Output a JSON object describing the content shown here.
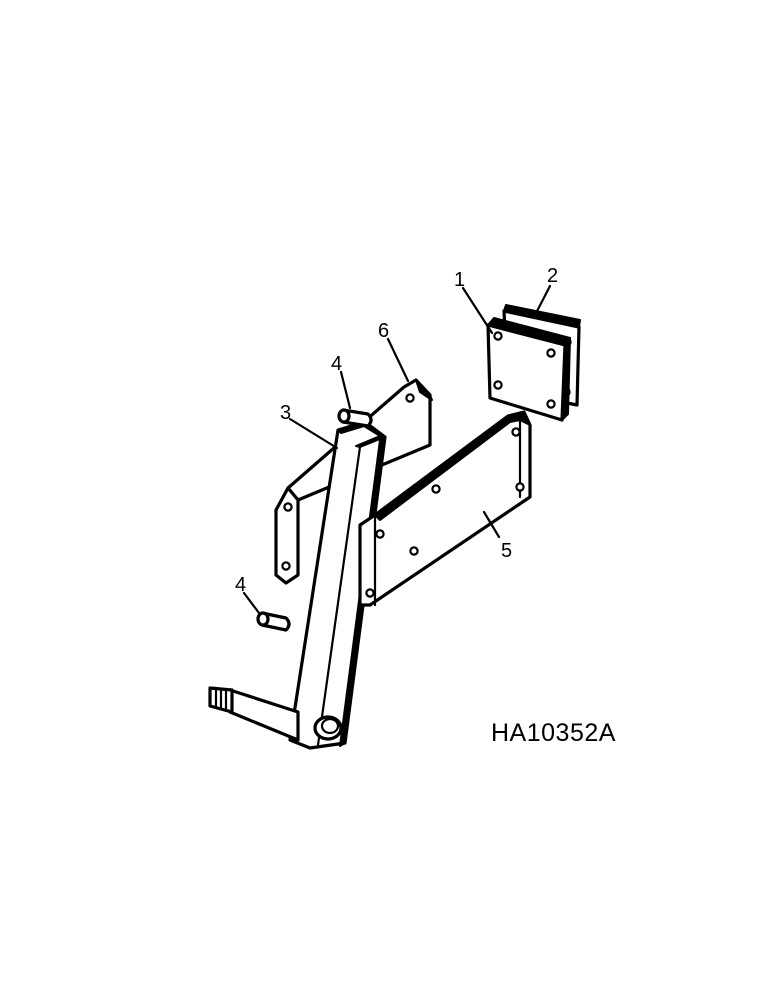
{
  "diagram": {
    "figure_id": "HA10352A",
    "callouts": [
      {
        "label": "1"
      },
      {
        "label": "2"
      },
      {
        "label": "3"
      },
      {
        "label": "4"
      },
      {
        "label": "4"
      },
      {
        "label": "5"
      },
      {
        "label": "6"
      }
    ]
  }
}
